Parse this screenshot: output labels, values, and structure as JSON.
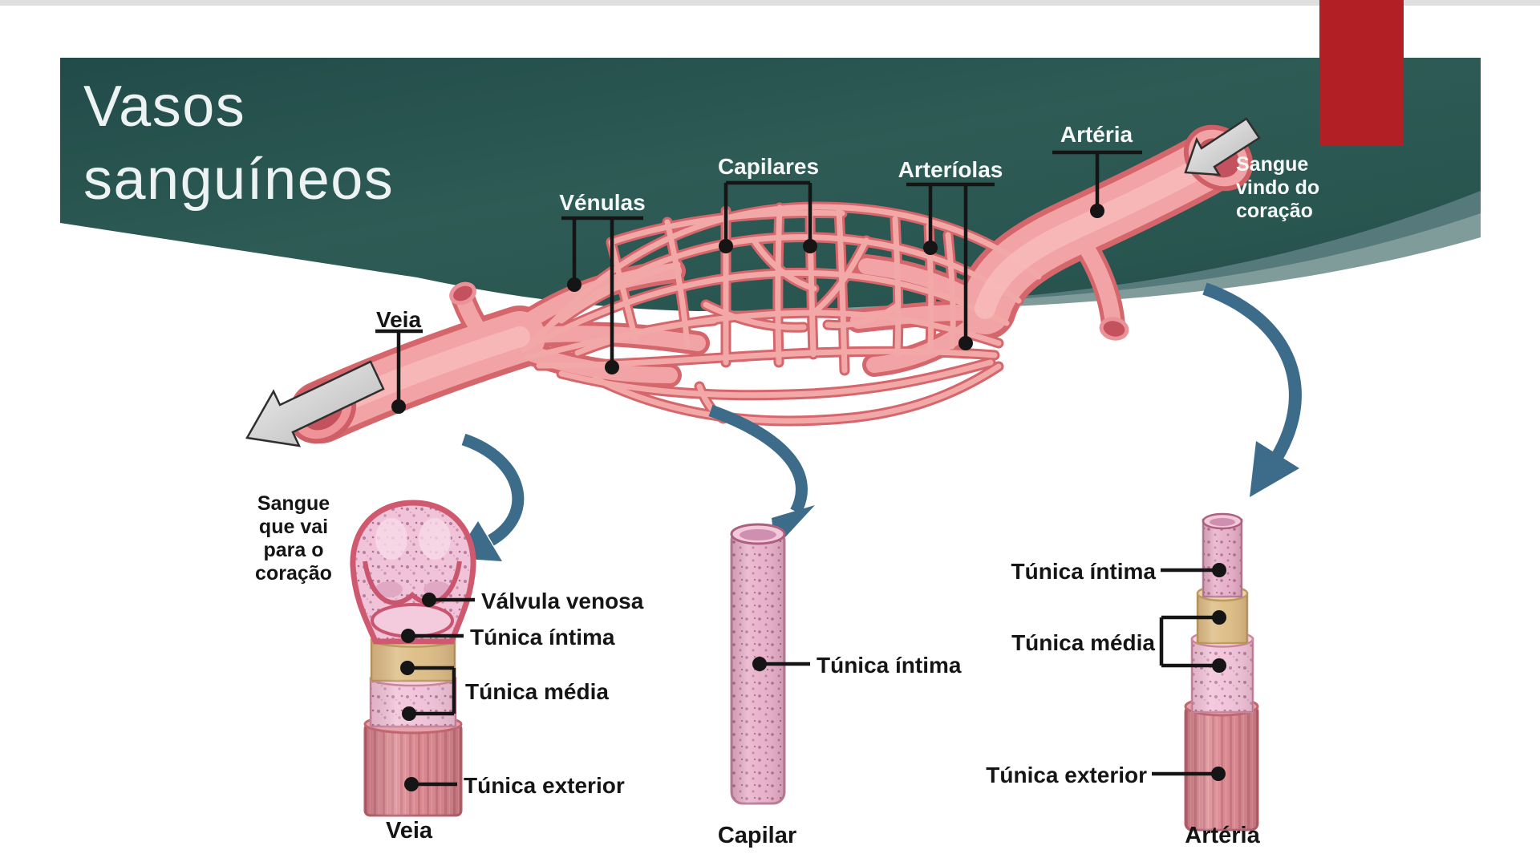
{
  "slide": {
    "title_lines": [
      "Vasos",
      "sanguíneos"
    ],
    "accent_colors": {
      "banner_teal_dark": "#224e4b",
      "banner_teal_mid": "#567a7c",
      "banner_teal_light": "#7f9c9a",
      "accent_red": "#b22025",
      "vessel_pink": "#f2a3a5",
      "vessel_outline": "#d4666c",
      "arrow_blue": "#3c6c8a",
      "tunica_media_tan": "#ddbd85"
    }
  },
  "overview": {
    "labels": {
      "veia": "Veia",
      "venulas": "Vénulas",
      "capilares": "Capilares",
      "arteriolas": "Arteríolas",
      "arteria": "Artéria"
    },
    "notes": {
      "blood_to_heart_lines": [
        "Sangue",
        "que vai",
        "para o",
        "coração"
      ],
      "blood_from_heart_lines": [
        "Sangue",
        "vindo do",
        "coração"
      ]
    }
  },
  "vein_detail": {
    "labels": {
      "valvula_venosa": "Válvula venosa",
      "tunica_intima": "Túnica íntima",
      "tunica_media": "Túnica média",
      "tunica_exterior": "Túnica exterior"
    },
    "caption": "Veia"
  },
  "capillary_detail": {
    "labels": {
      "tunica_intima": "Túnica íntima"
    },
    "caption": "Capilar"
  },
  "artery_detail": {
    "labels": {
      "tunica_intima": "Túnica íntima",
      "tunica_media": "Túnica média",
      "tunica_exterior": "Túnica exterior"
    },
    "caption": "Artéria"
  }
}
